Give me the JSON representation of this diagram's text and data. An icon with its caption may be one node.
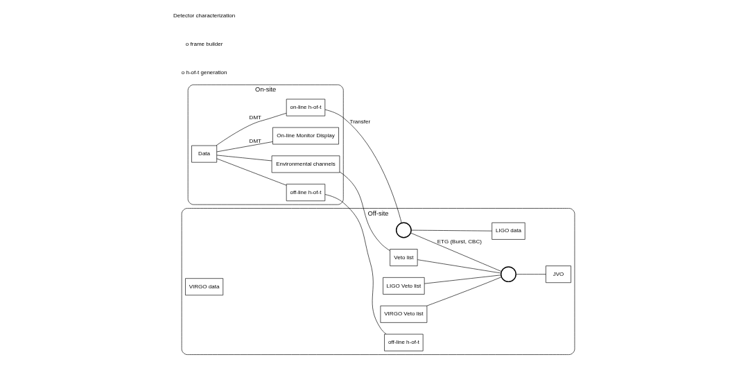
{
  "diagram": {
    "nodes": [
      {
        "text": [
          "On-site"
        ]
      },
      {
        "text": [
          "Data"
        ],
        "in": 0
      },
      {
        "text": [
          "on-line h-of-t"
        ],
        "in": 0
      },
      {
        "text": [
          "Environmental channels"
        ],
        "in": 0
      },
      {
        "text": [
          "On-line Monitor Display"
        ],
        "in": 0
      },
      {
        "text": [
          "off-line h-of-t"
        ],
        "in": 0
      },
      {
        "text": [
          "Off-site"
        ]
      },
      {
        "text": [],
        "shape": "circle",
        "in": 6
      },
      {
        "text": [],
        "shape": "circle",
        "in": 6
      },
      {
        "text": [
          "JVO"
        ],
        "in": 6
      },
      {
        "text": [
          "Veto list"
        ],
        "in": 6
      },
      {
        "text": [
          "LIGO data"
        ],
        "in": 6
      },
      {
        "text": [
          "LIGO Veto list"
        ],
        "in": 6
      },
      {
        "text": [
          "VIRGO data"
        ],
        "in": 6
      },
      {
        "text": [
          "VIRGO Veto list"
        ],
        "in": 6
      },
      {
        "text": [
          "off-line h-of-t"
        ],
        "in": 6
      }
    ],
    "edges": [
      {
        "from": 1,
        "to": 2,
        "arrow": "none",
        "label": "DMT"
      },
      {
        "from": 1,
        "to": 3,
        "arrow": "none"
      },
      {
        "from": 1,
        "to": 4,
        "arrow": "none",
        "label": "DMT"
      },
      {
        "from": 1,
        "to": 5,
        "arrow": "none"
      },
      {
        "from": 2,
        "to": 7,
        "arrow": "none",
        "label": "Transfer"
      },
      {
        "from": 7,
        "to": 8,
        "arrow": "none",
        "label": "ETG (Burst, CBC)"
      },
      {
        "from": 8,
        "to": 9,
        "arrow": "none"
      },
      {
        "from": 3,
        "to": 10,
        "arrow": "none"
      },
      {
        "from": 10,
        "to": 8,
        "arrow": "none"
      },
      {
        "from": 7,
        "to": 11,
        "arrow": "none"
      },
      {
        "from": 12,
        "to": 8,
        "arrow": "none"
      },
      {
        "from": 14,
        "to": 8,
        "arrow": "none"
      },
      {
        "from": 5,
        "to": 15,
        "arrow": "none"
      }
    ],
    "labels": [
      "o h-of-t generation",
      "o frame builder",
      "Detector characterization"
    ]
  }
}
